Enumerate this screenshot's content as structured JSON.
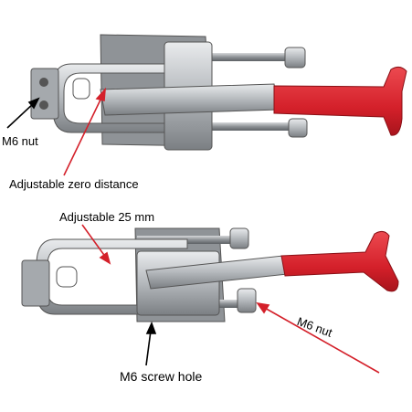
{
  "labels": {
    "m6_nut_top": "M6 nut",
    "zero_distance": "Adjustable zero distance",
    "adjustable_25mm": "Adjustable 25 mm",
    "m6_nut_bottom": "M6 nut",
    "m6_screw_hole": "M6 screw hole"
  },
  "colors": {
    "handle": "#d4202a",
    "arrow": "#d4202a",
    "steel": "#b9bcc0",
    "steel_dark": "#6d7074"
  }
}
